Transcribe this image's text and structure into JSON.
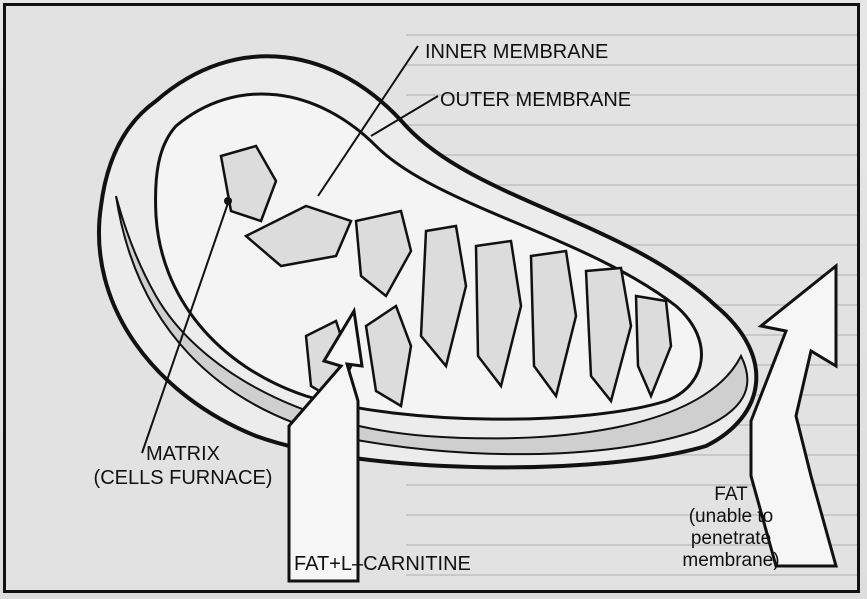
{
  "labels": {
    "inner_membrane": "INNER MEMBRANE",
    "outer_membrane": "OUTER MEMBRANE",
    "matrix_line1": "MATRIX",
    "matrix_line2": "(CELLS FURNACE)",
    "fat_carnitine": "FAT+L–CARNITINE",
    "fat_line1": "FAT",
    "fat_line2": "(unable to",
    "fat_line3": "penetrate",
    "fat_line4": "membrane)"
  }
}
